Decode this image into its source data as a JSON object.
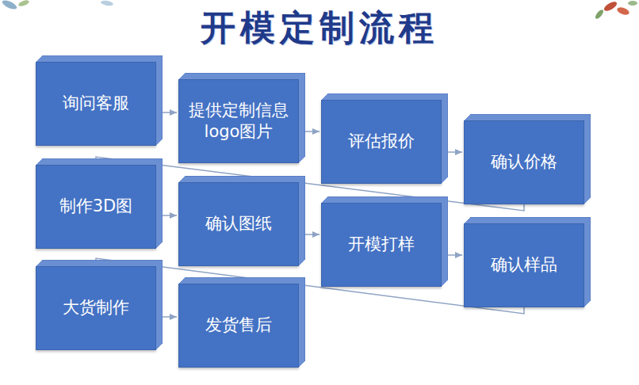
{
  "diagram": {
    "title": "开模定制流程",
    "nodes": [
      {
        "text": [
          "询问客服"
        ]
      },
      {
        "text": [
          "提供定制信息logo图片"
        ]
      },
      {
        "text": [
          "评估报价"
        ]
      },
      {
        "text": [
          "确认价格"
        ]
      },
      {
        "text": [
          "制作3D图"
        ]
      },
      {
        "text": [
          "确认图纸"
        ]
      },
      {
        "text": [
          "开模打样"
        ]
      },
      {
        "text": [
          "确认样品"
        ]
      },
      {
        "text": [
          "大货制作"
        ]
      },
      {
        "text": [
          "发货售后"
        ]
      }
    ],
    "edges": [
      {
        "from": 0,
        "to": 1,
        "arrow": "to"
      },
      {
        "from": 1,
        "to": 2,
        "arrow": "to"
      },
      {
        "from": 2,
        "to": 3,
        "arrow": "to"
      },
      {
        "from": 3,
        "to": 4,
        "arrow": "none"
      },
      {
        "from": 4,
        "to": 5,
        "arrow": "to"
      },
      {
        "from": 5,
        "to": 6,
        "arrow": "to"
      },
      {
        "from": 6,
        "to": 7,
        "arrow": "to"
      },
      {
        "from": 7,
        "to": 8,
        "arrow": "none"
      },
      {
        "from": 8,
        "to": 9,
        "arrow": "to"
      }
    ]
  }
}
